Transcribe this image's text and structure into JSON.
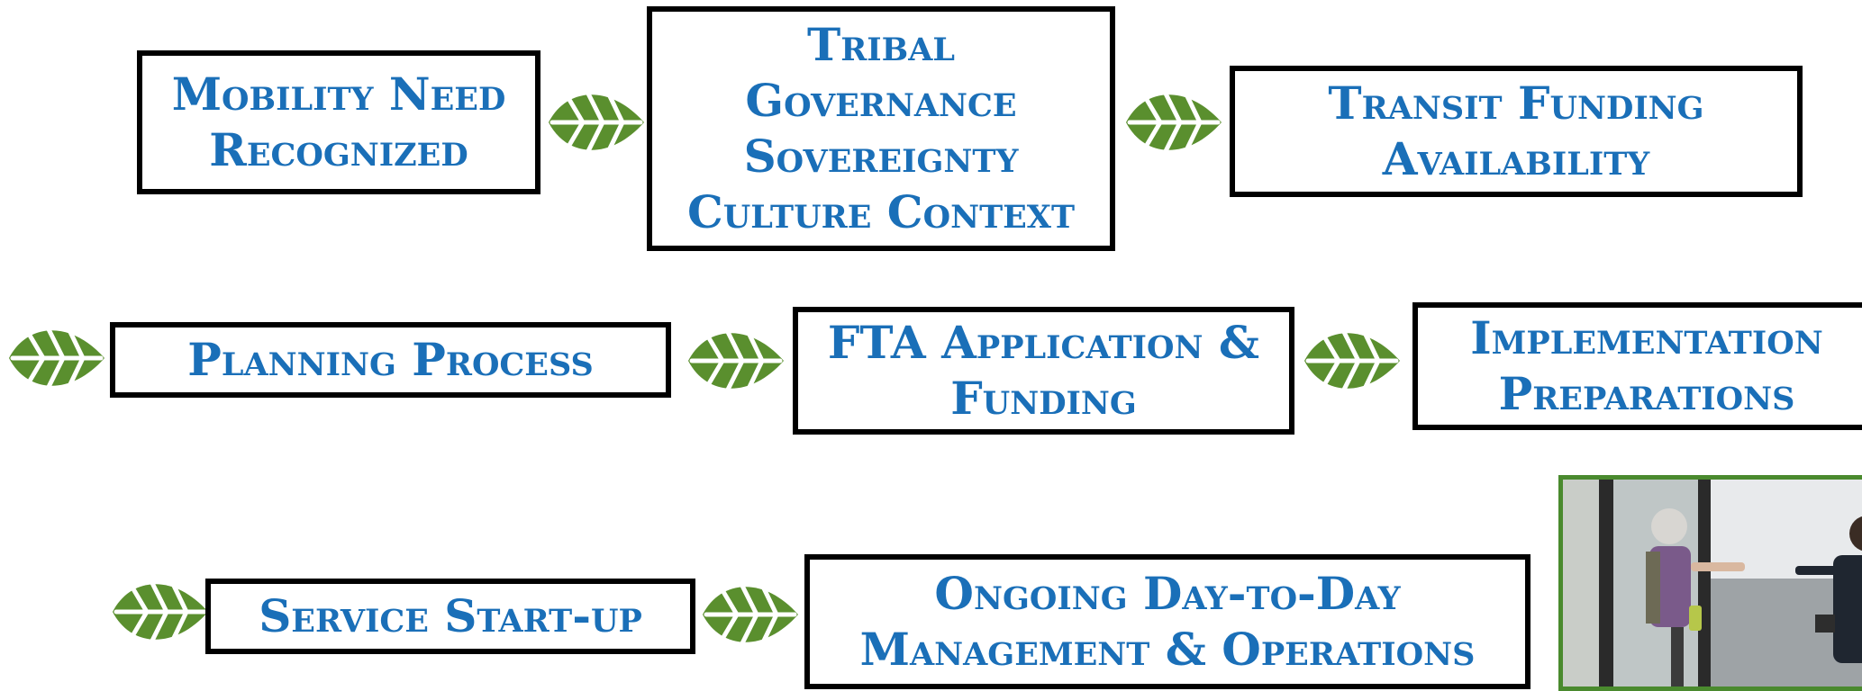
{
  "boxes": {
    "mobility": [
      "Mobility Need",
      "Recognized"
    ],
    "tribal": [
      "Tribal",
      "Governance",
      "Sovereignty",
      "Culture Context"
    ],
    "transit": [
      "Transit Funding",
      "Availability"
    ],
    "planning": [
      "Planning Process"
    ],
    "fta": [
      "FTA Application &",
      "Funding"
    ],
    "implementation": [
      "Implementation",
      "Preparations"
    ],
    "service": [
      "Service Start-up"
    ],
    "ongoing": [
      "Ongoing Day-to-Day",
      "Management & Operations"
    ]
  },
  "colors": {
    "text": "#1a6fb8",
    "leaf": "#5a8f2e",
    "border": "#000000",
    "photo_frame": "#4a8a2e"
  },
  "icons": {
    "connector": "leaf-arrow-icon"
  }
}
